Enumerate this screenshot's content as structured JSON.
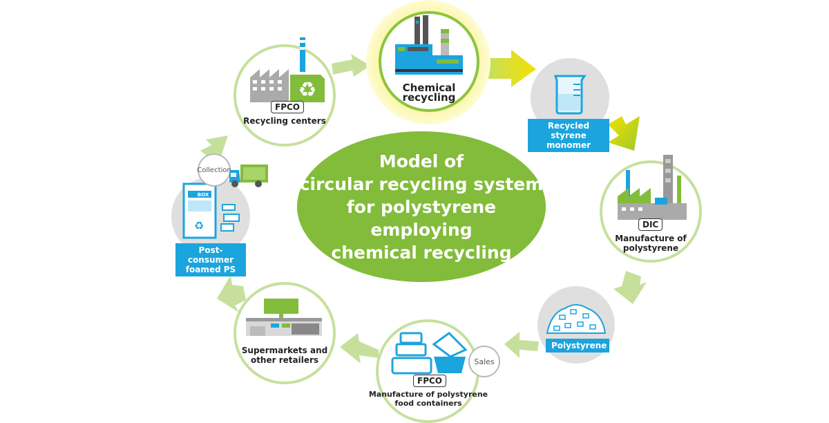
{
  "title_lines": [
    "Model of",
    "circular recycling system",
    "for polystyrene employing",
    "chemical recycling"
  ],
  "nodes": {
    "chemical_recycling": {
      "label": "Chemical recycling"
    },
    "recycled_monomer": {
      "label_lines": [
        "Recycled",
        "styrene monomer"
      ]
    },
    "dic": {
      "tag": "DIC",
      "label_lines": [
        "Manufacture of",
        "polystyrene"
      ]
    },
    "polystyrene": {
      "label": "Polystyrene"
    },
    "fpco_containers": {
      "tag": "FPCO",
      "label_lines": [
        "Manufacture of polystyrene",
        "food containers"
      ]
    },
    "retailers": {
      "label_lines": [
        "Supermarkets and",
        "other retailers"
      ]
    },
    "post_consumer": {
      "label_lines": [
        "Post-consumer",
        "foamed PS"
      ],
      "box_text": "BOX"
    },
    "recycling_centers": {
      "tag": "FPCO",
      "label": "Recycling centers"
    }
  },
  "bubbles": {
    "sales": "Sales",
    "collection": "Collection"
  },
  "colors": {
    "accent_green": "#82bc3a",
    "ring_green": "#c6e09c",
    "blue": "#1ca4de",
    "arrow_yellow": "#f4e000",
    "highlight_glow": "#f6f08a"
  }
}
